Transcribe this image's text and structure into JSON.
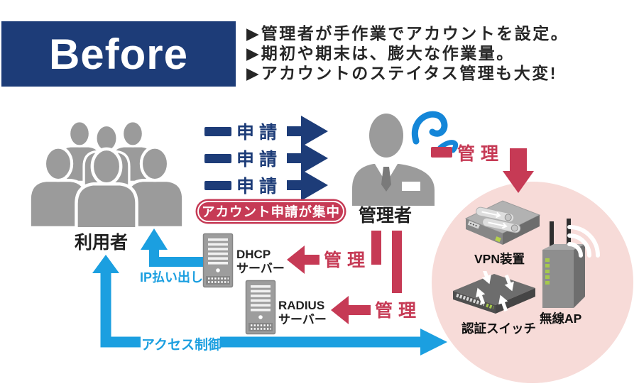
{
  "header": {
    "title": "Before",
    "bullet_marker": "▶",
    "bullets": [
      "管理者が手作業でアカウントを設定。",
      "期初や期末は、膨大な作業量。",
      "アカウントのステイタス管理も大変!"
    ]
  },
  "actors": {
    "users": "利用者",
    "admin": "管理者"
  },
  "flows": {
    "request": "申請",
    "badge": "アカウント申請が集中",
    "manage": "管理",
    "ip_assign": "IP払い出し",
    "access_control": "アクセス制御"
  },
  "servers": {
    "dhcp": {
      "name": "DHCP",
      "type": "サーバー"
    },
    "radius": {
      "name": "RADIUS",
      "type": "サーバー"
    }
  },
  "devices": {
    "vpn": "VPN装置",
    "auth_switch": "認証スイッチ",
    "wireless_ap": "無線AP"
  },
  "colors": {
    "navy": "#1d3c78",
    "red": "#c63a55",
    "blue": "#1b9fe0",
    "gray": "#9b9b9b",
    "pink_circle": "#f7dbd8",
    "sweat_blue": "#1486d8"
  }
}
